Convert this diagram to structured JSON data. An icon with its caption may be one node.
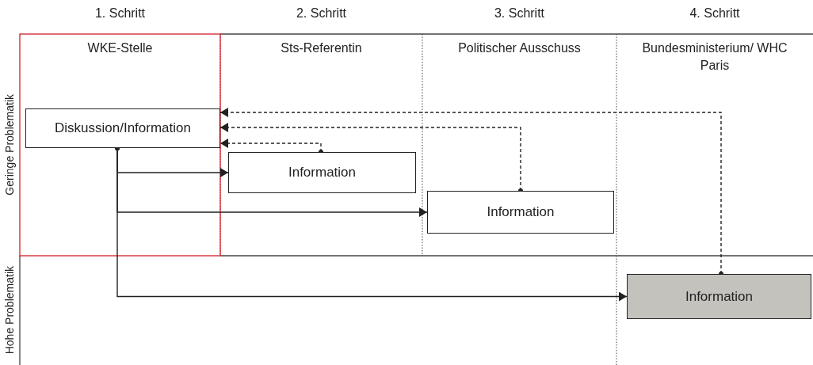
{
  "diagram": {
    "nodes": [
      {
        "text": [
          "Diskussion/Information"
        ]
      },
      {
        "text": [
          "Information"
        ]
      },
      {
        "text": [
          "Information"
        ]
      },
      {
        "text": [
          "Information"
        ]
      }
    ],
    "edges": [
      {
        "from": 0,
        "to": 1,
        "arrow": "to"
      },
      {
        "from": 0,
        "to": 2,
        "arrow": "to"
      },
      {
        "from": 0,
        "to": 3,
        "arrow": "to"
      },
      {
        "from": 1,
        "to": 0,
        "arrow": "to",
        "style": "dashed"
      },
      {
        "from": 2,
        "to": 0,
        "arrow": "to",
        "style": "dashed"
      },
      {
        "from": 3,
        "to": 0,
        "arrow": "to",
        "style": "dashed"
      }
    ],
    "labels": [
      "1. Schritt",
      "2. Schritt",
      "3. Schritt",
      "4. Schritt",
      "WKE-Stelle",
      "Sts-Referentin",
      "Politischer Ausschuss",
      "Bundesministerium/ WHC Paris",
      "Geringe Problematik",
      "Hohe Problematik"
    ]
  }
}
